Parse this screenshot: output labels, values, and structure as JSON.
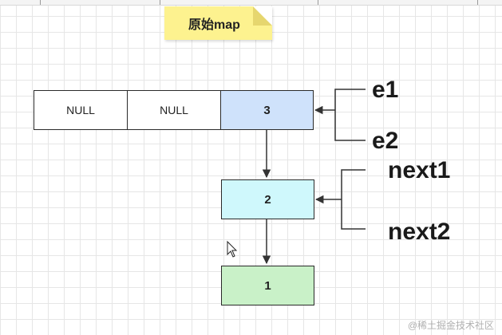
{
  "title_note": "原始map",
  "array": [
    "NULL",
    "NULL",
    "3"
  ],
  "chain": [
    "2",
    "1"
  ],
  "labels": {
    "e1": "e1",
    "e2": "e2",
    "next1": "next1",
    "next2": "next2"
  },
  "watermark": "@稀土掘金技术社区",
  "colors": {
    "slot3": "#cfe2fb",
    "node2": "#cff8fc",
    "node1": "#c9f1c8",
    "note": "#fdf28f"
  }
}
